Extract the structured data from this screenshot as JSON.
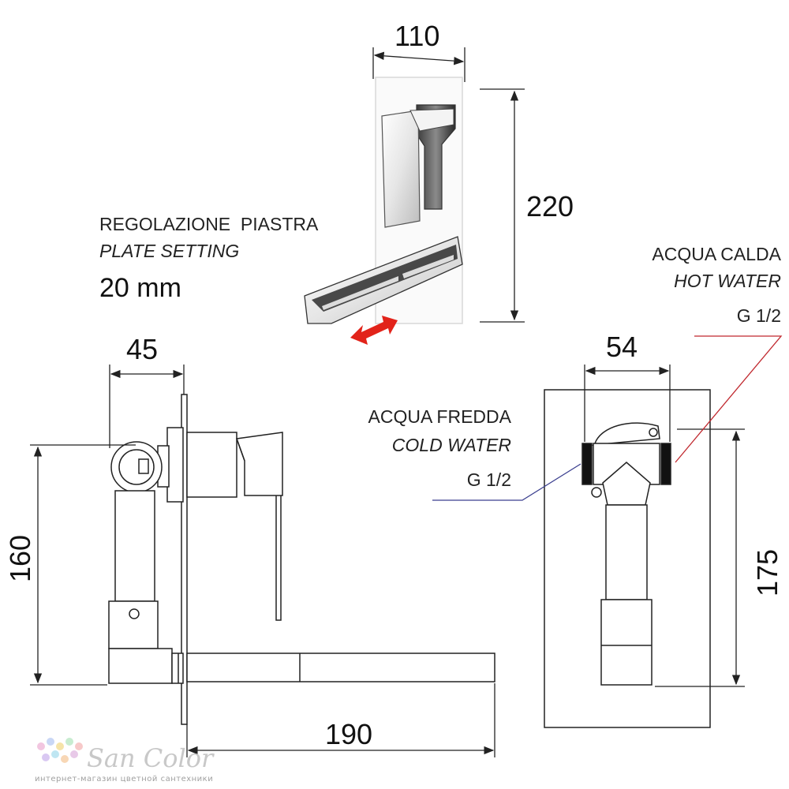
{
  "dimensions": {
    "width_top": "110",
    "height_top": "220",
    "side_depth": "45",
    "side_height": "160",
    "spout_length": "190",
    "rear_width": "54",
    "rear_height": "175"
  },
  "plate_setting": {
    "title_it": "REGOLAZIONE  PIASTRA",
    "title_en": "PLATE SETTING",
    "value": "20 mm"
  },
  "hot_water": {
    "label_it": "ACQUA CALDA",
    "label_en": "HOT WATER",
    "thread": "G 1/2"
  },
  "cold_water": {
    "label_it": "ACQUA FREDDA",
    "label_en": "COLD WATER",
    "thread": "G 1/2"
  },
  "watermark": {
    "brand": "San Color",
    "tagline": "интернет-магазин цветной сантехники"
  },
  "colors": {
    "line": "#222222",
    "arrow_red": "#e2231a",
    "hot_leader": "#c0282e",
    "cold_leader": "#3b3f8f"
  }
}
